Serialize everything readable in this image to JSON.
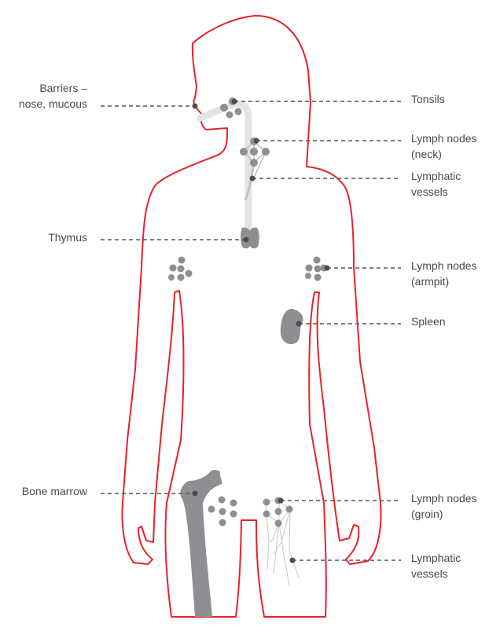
{
  "labels": {
    "barriers": "Barriers –\nnose, mucous",
    "tonsils": "Tonsils",
    "lymph_neck": "Lymph nodes\n(neck)",
    "lymphatic_vessels_upper": "Lymphatic\nvessels",
    "thymus": "Thymus",
    "lymph_armpit": "Lymph nodes\n(armpit)",
    "spleen": "Spleen",
    "bone_marrow": "Bone marrow",
    "lymph_groin": "Lymph nodes\n(groin)",
    "lymphatic_vessels_lower": "Lymphatic\nvessels"
  },
  "colors": {
    "outline": "#e8212b",
    "organ": "#8e8f93",
    "light": "#e3e4e5",
    "marker": "#4d4d4f",
    "line": "#555555"
  }
}
